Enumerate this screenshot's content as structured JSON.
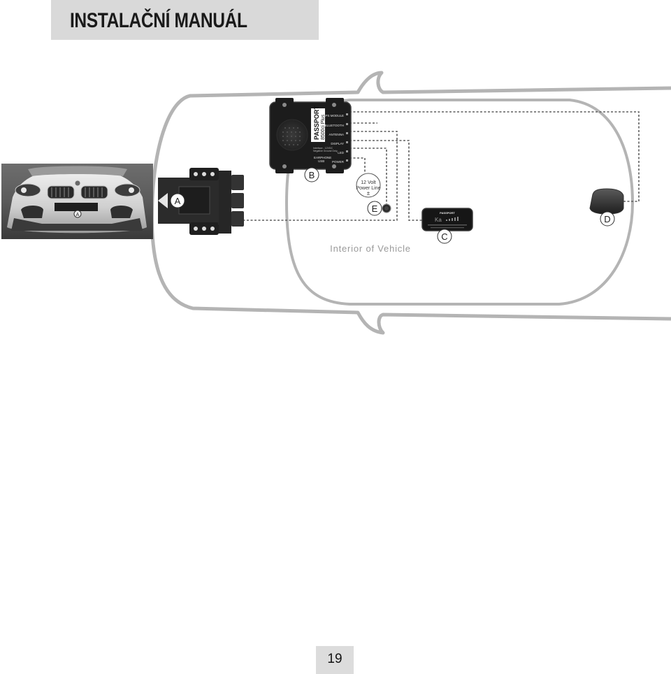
{
  "header": {
    "title": "INSTALAČNÍ MANUÁL"
  },
  "diagram": {
    "interior_label": "Interior of Vehicle",
    "callouts": {
      "a": "A",
      "b": "B",
      "c": "C",
      "d": "D",
      "e": "E"
    },
    "power_line": {
      "line1": "12 Volt",
      "line2": "Power Line",
      "symbol": "±"
    },
    "main_unit": {
      "brand": "PASSPORT",
      "model": "8500ci Plus",
      "ports": [
        "GPS MODULE",
        "BLUETOOTH",
        "ANTENNA",
        "DISPLAY",
        "LED",
        "POWER"
      ],
      "left_ports": [
        "EARPHONE",
        "USB"
      ],
      "spec_line1": "Interface - 12VDC",
      "spec_line2": "Negative Ground Only"
    },
    "display_unit": {
      "brand": "PASSPORT",
      "band": "Ka"
    }
  },
  "footer": {
    "page_number": "19"
  }
}
